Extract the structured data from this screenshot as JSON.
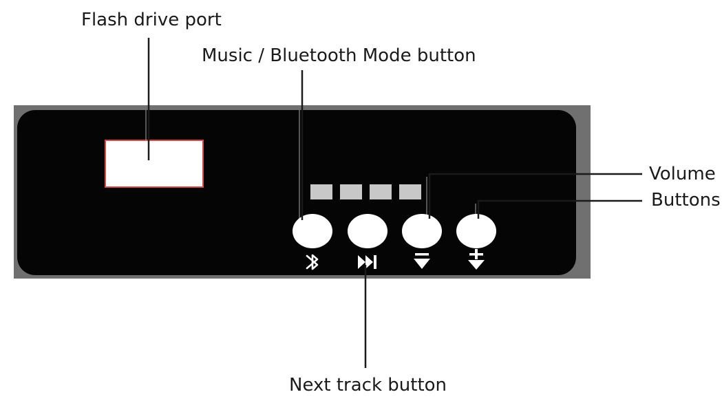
{
  "labels": {
    "flash_drive_port": "Flash drive port",
    "mode_button": "Music / Bluetooth Mode button",
    "volume_line1": "Volume",
    "volume_line2": "Buttons",
    "next_track": "Next track button"
  },
  "icons": [
    "bluetooth-icon",
    "next-track-icon",
    "volume-down-icon",
    "volume-up-icon"
  ],
  "colors": {
    "panel_frame": "#707070",
    "panel_face": "#050505",
    "port_fill": "#ffffff",
    "port_border": "#d94b4b",
    "led_fill": "#c8c8c8",
    "button_fill": "#ffffff",
    "leader_line": "#1a1a1a"
  }
}
